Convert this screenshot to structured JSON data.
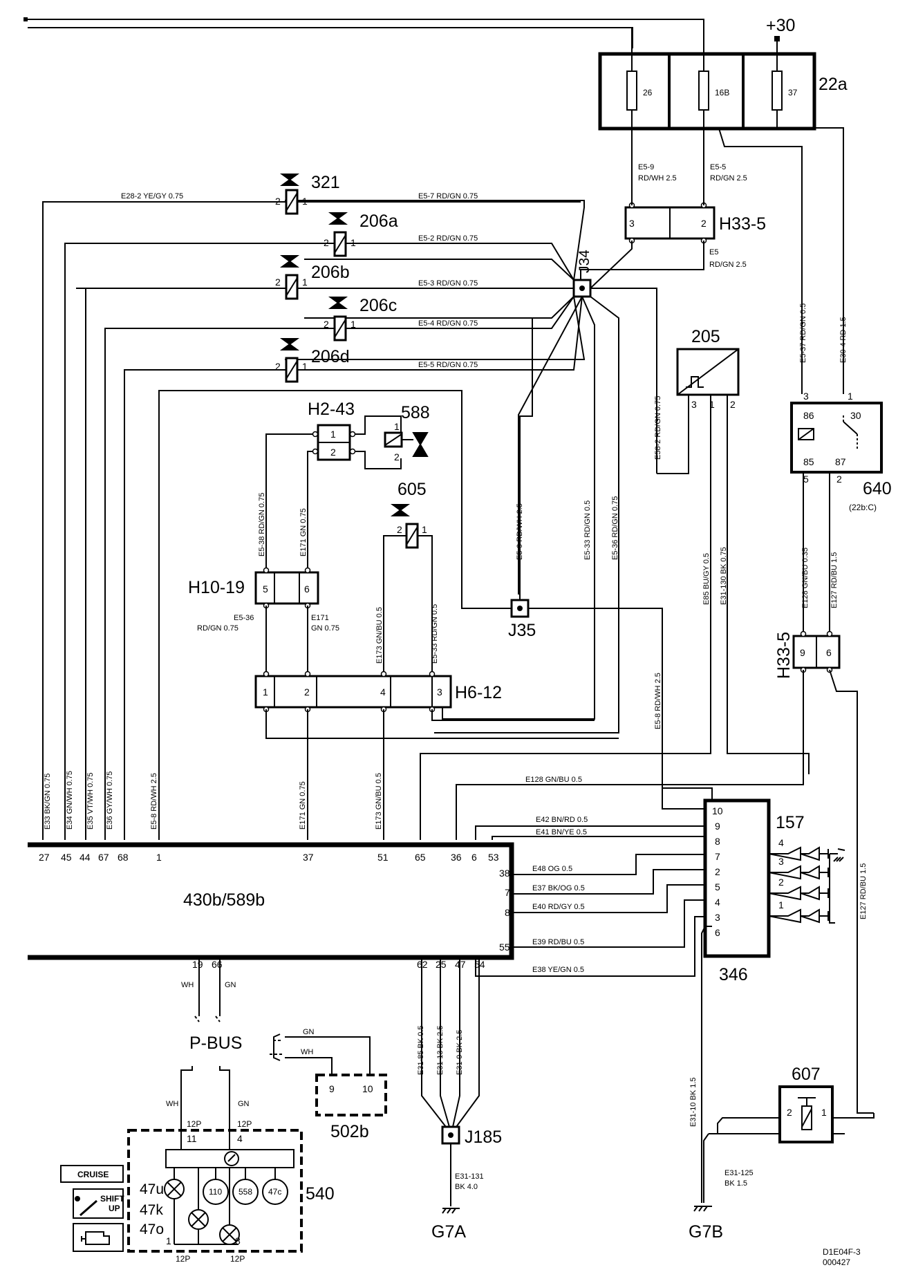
{
  "labels": {
    "plus30": "+30",
    "fuse_box": "22a",
    "fuses": [
      "26",
      "16B",
      "37"
    ],
    "c321": "321",
    "c206a": "206a",
    "c206b": "206b",
    "c206c": "206c",
    "c206d": "206d",
    "j34": "J34",
    "h33_5": "H33-5",
    "h2_43": "H2-43",
    "c588": "588",
    "c605": "605",
    "c205": "205",
    "c640": "640",
    "c640_ref": "(22b:C)",
    "h10_19": "H10-19",
    "j35": "J35",
    "h6_12": "H6-12",
    "c157": "157",
    "ecu": "430b/589b",
    "c346": "346",
    "pbus": "P-BUS",
    "c502b": "502b",
    "c540": "540",
    "j185": "J185",
    "c607": "607",
    "g7a": "G7A",
    "g7b": "G7B",
    "doc_id": "D1E04F-3",
    "doc_date": "000427",
    "cruise": "CRUISE",
    "shift_up_1": "SHIFT",
    "shift_up_2": "UP",
    "l47u": "47u",
    "l47k": "47k",
    "l47o": "47o",
    "g110": "110",
    "g558": "558",
    "g47c": "47c",
    "p12p": "12P"
  },
  "wires": {
    "e28_2": "E28-2   YE/GY   0.75",
    "e5_7": "E5-7   RD/GN   0.75",
    "e5_2": "E5-2   RD/GN   0.75",
    "e5_3": "E5-3   RD/GN   0.75",
    "e5_4": "E5-4   RD/GN   0.75",
    "e5_5": "E5-5   RD/GN   0.75",
    "e5_9_top": "E5-9",
    "e5_9_top2": "RD/WH   2.5",
    "e5_5_top": "E5-5",
    "e5_5_top2": "RD/GN   2.5",
    "e5": "E5",
    "e5_b": "RD/GN   2.5",
    "e5_37": "E5-37   RD/GN   0.5",
    "e30_4": "E30-4   RD   1.5",
    "e58_2": "E58-2   RD/GN   0.75",
    "e5_9": "E5-9   RD/WH   2.5",
    "e5_33": "E5-33   RD/GN   0.5",
    "e5_36": "E5-36   RD/GN   0.75",
    "e85": "E85   BU/GY   0.5",
    "e31_130": "E31-130   BK   0.75",
    "e128_v": "E128   GN/BU   0.35",
    "e127_v": "E127   RD/BU   1.5",
    "e5_38": "E5-38   RD/GN   0.75",
    "e171": "E171   GN   0.75",
    "e173": "E173   GN/BU   0.5",
    "e5_33b": "E5-33   RD/GN   0.5",
    "e5_36b": "E5-36",
    "e5_36c": "RD/GN   0.75",
    "e171b": "E171",
    "e171c": "GN   0.75",
    "e5_8": "E5-8   RD/WH   2.5",
    "e33": "E33   BK/GN   0.75",
    "e34": "E34   GN/WH   0.75",
    "e35": "E35   VT/WH   0.75",
    "e36": "E36   GY/WH   0.75",
    "e5_8b": "E5-8   RD/WH   2.5",
    "e171d": "E171   GN   0.75",
    "e173b": "E173   GN/BU   0.5",
    "e128": "E128   GN/BU   0.5",
    "e42": "E42   BN/RD   0.5",
    "e41": "E41   BN/YE   0.5",
    "e48": "E48   OG   0.5",
    "e37": "E37   BK/OG   0.5",
    "e40": "E40   RD/GY   0.5",
    "e39": "E39   RD/BU   0.5",
    "e38": "E38   YE/GN   0.5",
    "e127": "E127   RD/BU   1.5",
    "e31_85": "E31-85   BK   0.5",
    "e31_13": "E31-13   BK   2.5",
    "e31_9": "E31-9   BK   2.5",
    "e31_10": "E31-10   BK   1.5",
    "e31_131": "E31-131",
    "e31_131b": "BK   4.0",
    "e31_125": "E31-125",
    "e31_125b": "BK   1.5",
    "wh": "WH",
    "gn": "GN"
  },
  "pins": {
    "ecu_top": [
      "27",
      "45",
      "44",
      "67",
      "68",
      "1",
      "37",
      "51",
      "65",
      "36",
      "6",
      "53"
    ],
    "ecu_right": [
      "38",
      "7",
      "8",
      "55"
    ],
    "ecu_bottom": [
      "19",
      "66",
      "62",
      "25",
      "47",
      "54"
    ],
    "c157": [
      "10",
      "9",
      "8",
      "7",
      "2",
      "5",
      "4",
      "3",
      "6"
    ],
    "sw": [
      "4",
      "3",
      "2",
      "1"
    ],
    "h33_5": [
      "3",
      "2"
    ],
    "h33_5b": [
      "9",
      "6"
    ],
    "h2_43": [
      "1",
      "2"
    ],
    "h10_19": [
      "5",
      "6"
    ],
    "h6_12": [
      "1",
      "2",
      "4",
      "3"
    ],
    "relay": [
      "86",
      "30",
      "85",
      "87",
      "3",
      "1",
      "5",
      "2"
    ],
    "c205": [
      "3",
      "1",
      "2"
    ],
    "c502b": [
      "9",
      "10"
    ],
    "c540": [
      "11",
      "4",
      "1",
      "8"
    ],
    "c607": [
      "2",
      "1"
    ],
    "valve": [
      "2",
      "1"
    ]
  }
}
